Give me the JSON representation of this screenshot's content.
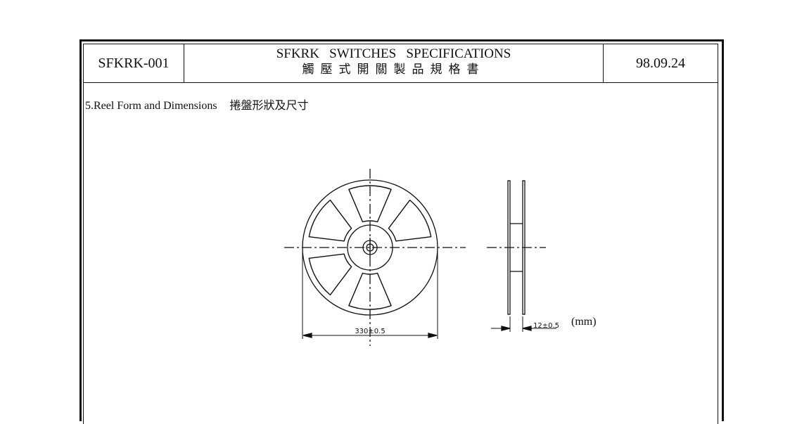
{
  "header": {
    "doc_code": "SFKRK-001",
    "title_en": "SFKRK   SWITCHES   SPECIFICATIONS",
    "title_zh": "觸壓式開關製品規格書",
    "date": "98.09.24"
  },
  "section": {
    "title": "5.Reel Form and Dimensions",
    "title_zh": "捲盤形狀及尺寸"
  },
  "drawing": {
    "diameter_label": "330±0.5",
    "width_label": "12±0.5",
    "unit": "(mm)"
  }
}
